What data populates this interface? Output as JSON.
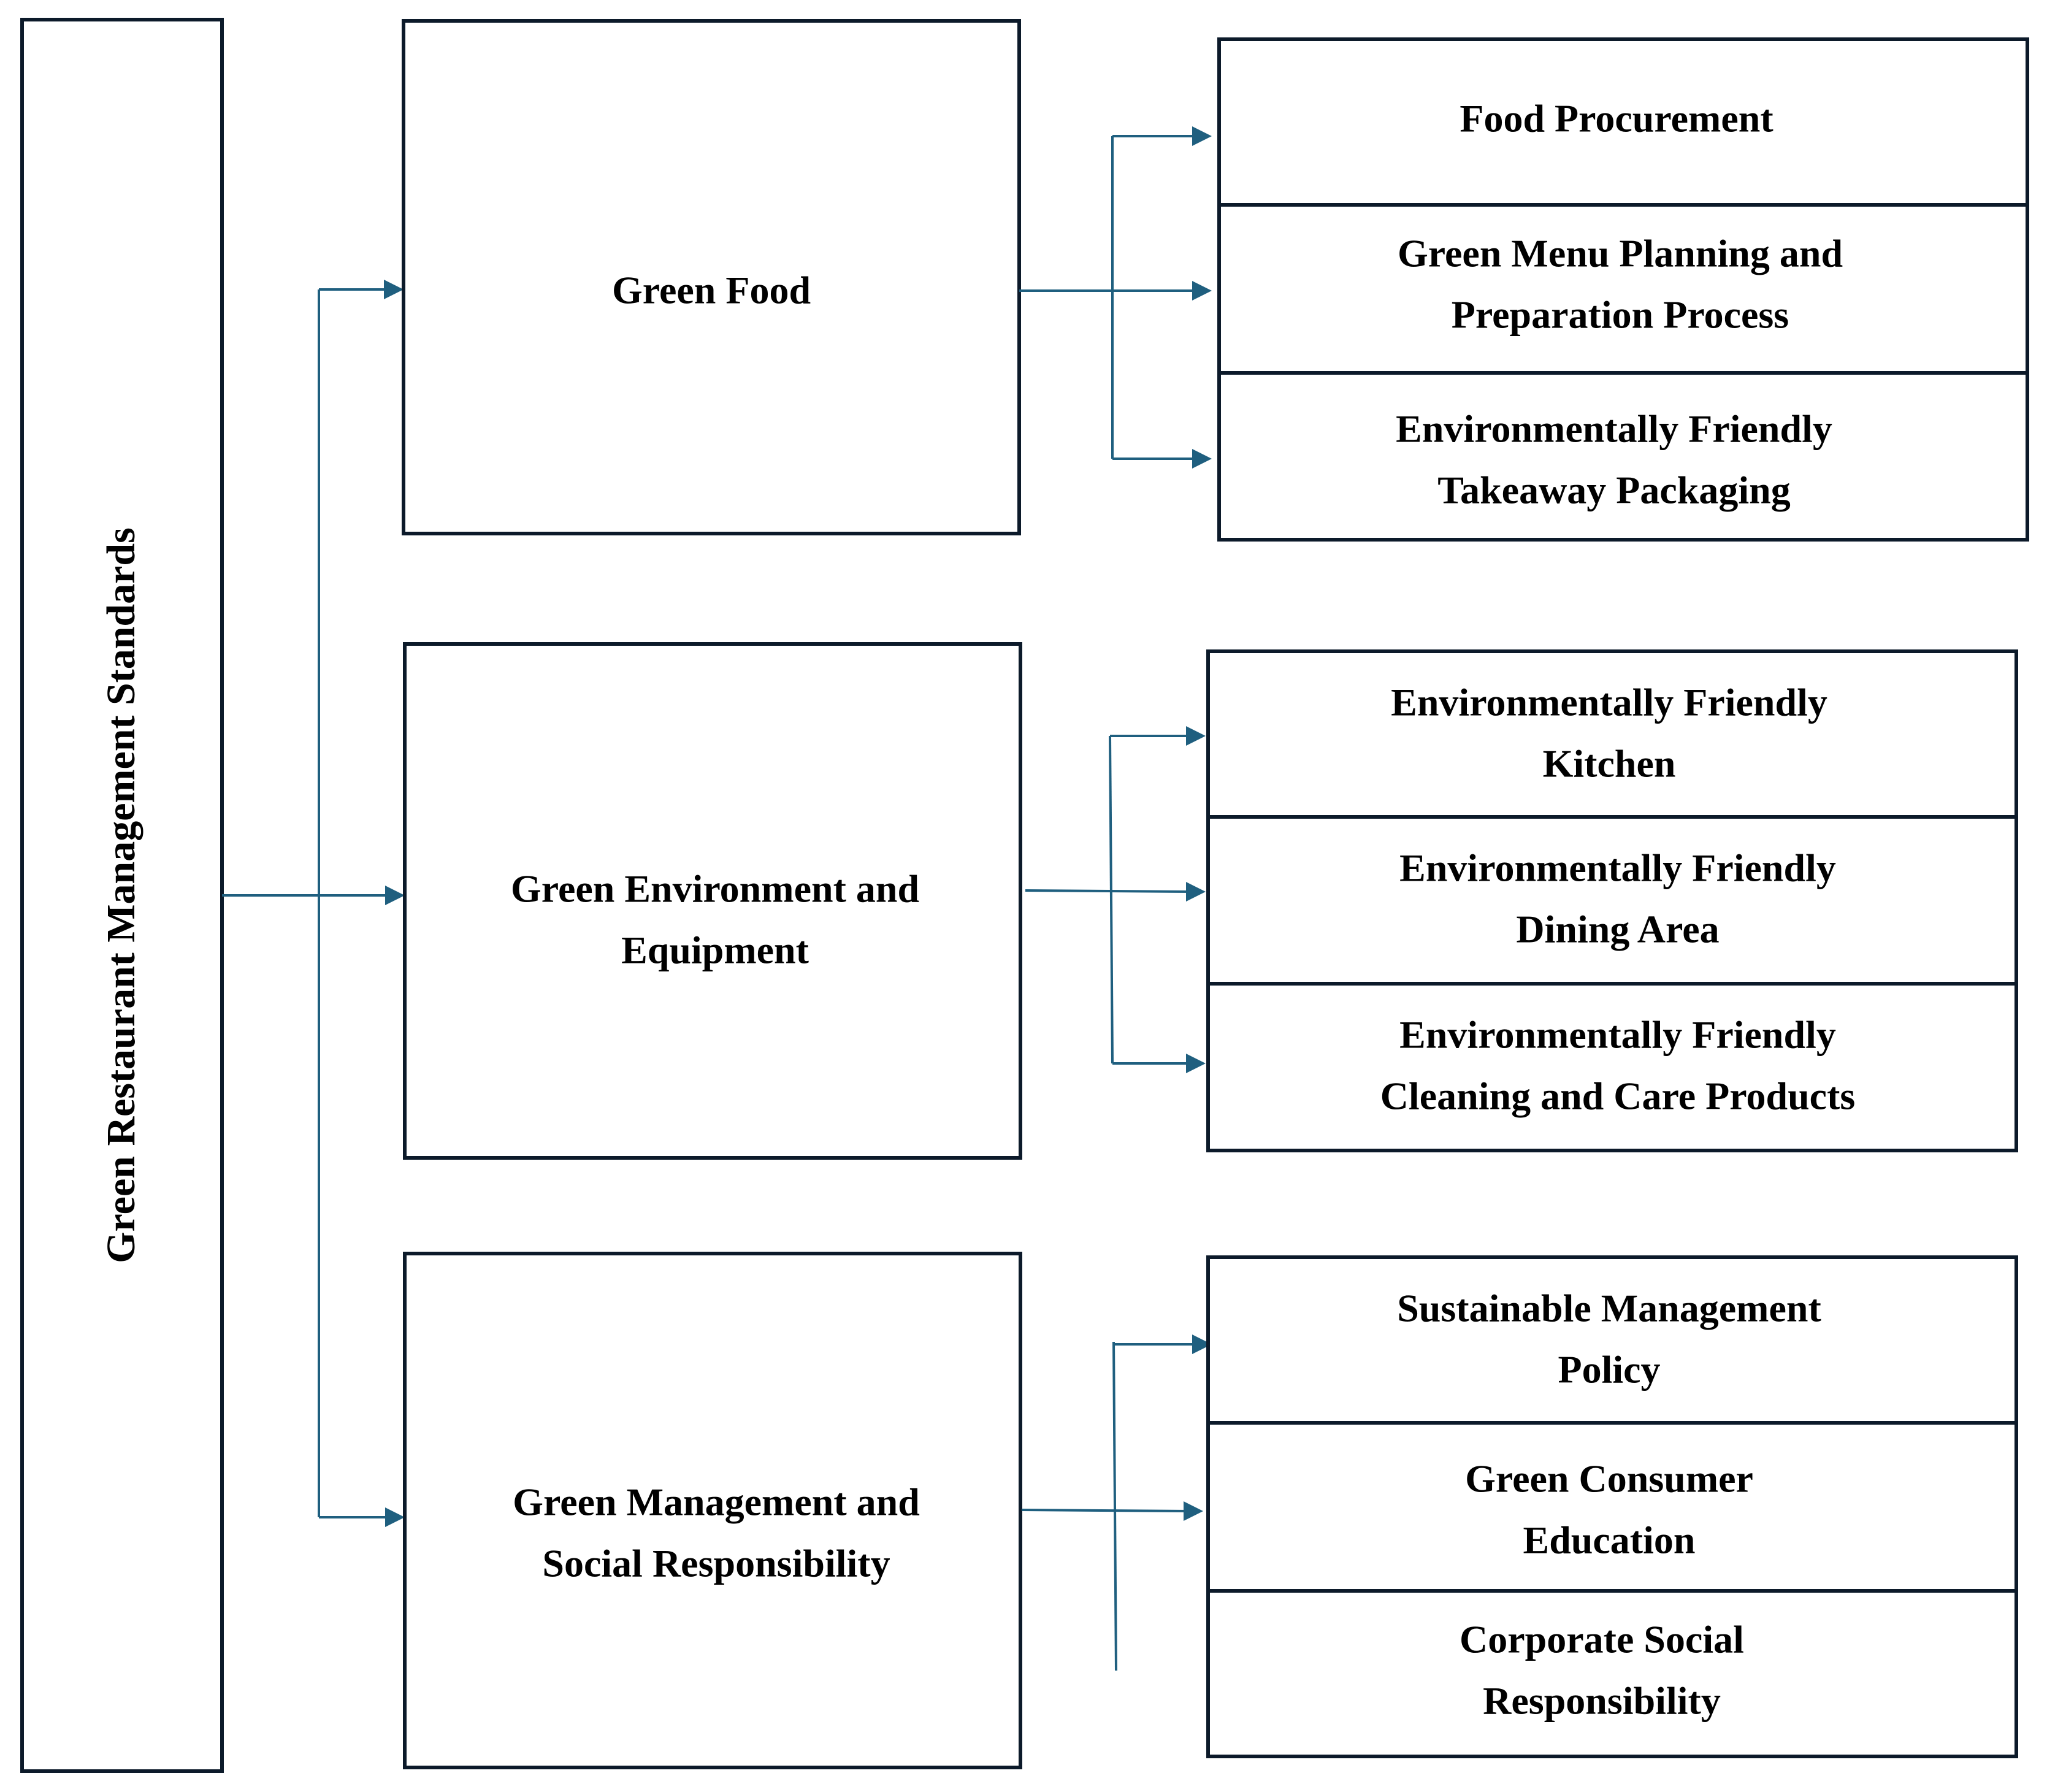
{
  "root": {
    "label": "Green Restaurant Management Standards"
  },
  "categories": [
    {
      "label_lines": [
        "Green Food"
      ],
      "items": [
        {
          "lines": [
            "Food Procurement"
          ]
        },
        {
          "lines": [
            "Green Menu Planning and",
            "Preparation Process"
          ]
        },
        {
          "lines": [
            "Environmentally Friendly",
            "Takeaway Packaging"
          ]
        }
      ]
    },
    {
      "label_lines": [
        "Green Environment and",
        "Equipment"
      ],
      "items": [
        {
          "lines": [
            "Environmentally Friendly",
            "Kitchen"
          ]
        },
        {
          "lines": [
            "Environmentally Friendly",
            "Dining Area"
          ]
        },
        {
          "lines": [
            "Environmentally Friendly",
            "Cleaning and Care Products"
          ]
        }
      ]
    },
    {
      "label_lines": [
        "Green Management and",
        "Social Responsibility"
      ],
      "items": [
        {
          "lines": [
            "Sustainable Management",
            "Policy"
          ]
        },
        {
          "lines": [
            "Green Consumer",
            "Education"
          ]
        },
        {
          "lines": [
            "Corporate Social",
            "Responsibility"
          ]
        }
      ]
    }
  ],
  "colors": {
    "connector": "#1f5f7f",
    "box_border": "#0c1a2a",
    "text": "#000000",
    "background": "#ffffff"
  }
}
